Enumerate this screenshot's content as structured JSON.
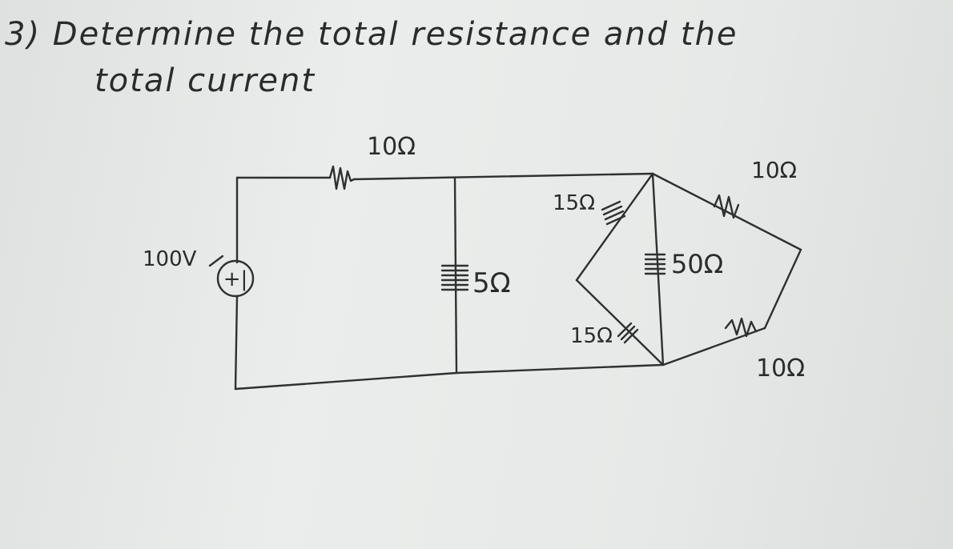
{
  "problem": {
    "line1": "3) Determine the total resistance and the",
    "line2": "total current"
  },
  "circuit": {
    "source_label": "100V",
    "source_symbol": "+|",
    "resistors": {
      "r_series_top": "10Ω",
      "r_shunt": "5Ω",
      "r_upper_diag": "15Ω",
      "r_lower_diag": "15Ω",
      "r_middle": "50Ω",
      "r_top_right": "10Ω",
      "r_bottom_right": "10Ω"
    }
  }
}
